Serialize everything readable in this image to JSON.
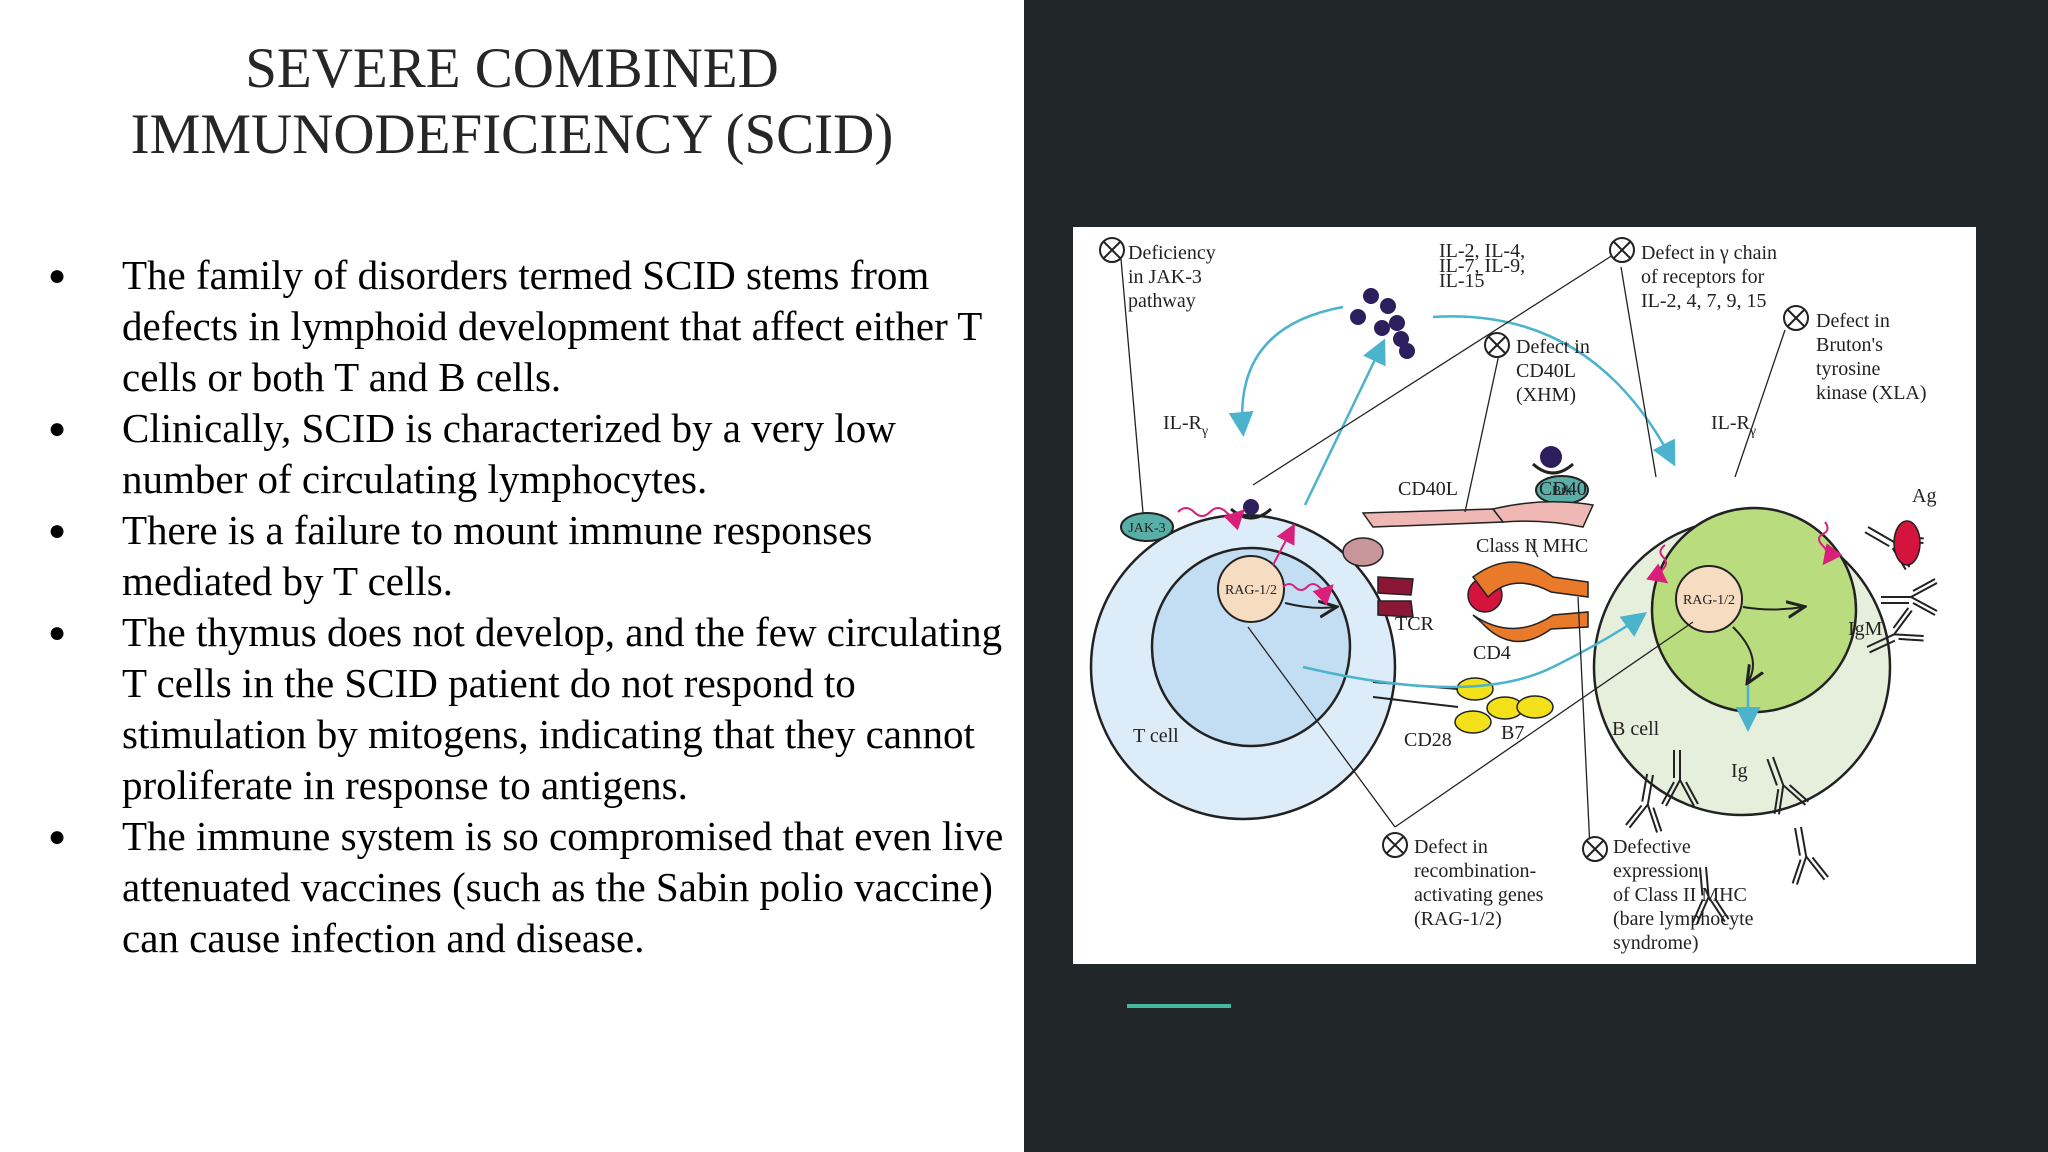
{
  "slide": {
    "title_line1": "SEVERE COMBINED",
    "title_line2": "IMMUNODEFICIENCY (SCID)",
    "bullet_marker": "●",
    "bullets": [
      "The family of disorders termed SCID stems from defects in lymphoid development that affect either T cells or both T and B cells.",
      "Clinically, SCID is characterized by a very low number of circulating lymphocytes.",
      "There is a failure to mount immune responses mediated by T cells.",
      "The thymus does not develop, and the few circulating T cells in the SCID patient do not respond to stimulation by mitogens, indicating that they cannot proliferate in response to antigens.",
      "The immune system is so compromised that even live attenuated vaccines (such as the Sabin polio vaccine) can cause infection and disease."
    ]
  },
  "diagram": {
    "defects": {
      "jak3": [
        "Deficiency",
        "in JAK-3",
        "pathway"
      ],
      "gamma": [
        "Defect in γ chain",
        "of receptors for",
        "IL-2, 4, 7, 9, 15"
      ],
      "btk": [
        "Defect in",
        "Bruton's",
        "tyrosine",
        "kinase (XLA)"
      ],
      "cd40l": [
        "Defect in",
        "CD40L",
        "(XHM)"
      ],
      "rag": [
        "Defect in",
        "recombination-",
        "activating genes",
        "(RAG-1/2)"
      ],
      "mhc": [
        "Defective",
        "expression",
        "of Class II MHC",
        "(bare lymphocyte",
        "syndrome)"
      ]
    },
    "cytokines": [
      "IL-2, IL-4,",
      "IL-7, IL-9,",
      "IL-15"
    ],
    "labels": {
      "il_r_left": "IL-R",
      "il_r_right": "IL-R",
      "il_r_sub": "γ",
      "jak3_badge": "JAK-3",
      "btk_badge": "Btk",
      "rag_left": "RAG-1/2",
      "rag_right": "RAG-1/2",
      "cd40l": "CD40L",
      "cd40": "CD40",
      "class2": "Class II MHC",
      "tcr": "TCR",
      "cd4": "CD4",
      "cd28": "CD28",
      "b7": "B7",
      "t_cell": "T cell",
      "b_cell": "B cell",
      "ig": "Ig",
      "igm": "IgM",
      "ag": "Ag"
    },
    "colors": {
      "t_cell_fill": "#dcecf8",
      "t_nucleus_fill": "#c3def3",
      "b_cell_fill": "#e6efdc",
      "b_nucleus_fill": "#b9dc7f",
      "rag_fill": "#f6dcc0",
      "arrow_blue": "#4bb3cc",
      "wavy_magenta": "#d8207a",
      "receptor_purple": "#2c1f5e",
      "cd40_pink": "#f0b8b4",
      "mhc_orange": "#e87a2a",
      "antigen_red": "#d4143c",
      "b7_yellow": "#f2e01a",
      "badge_teal": "#5aaea8"
    }
  }
}
